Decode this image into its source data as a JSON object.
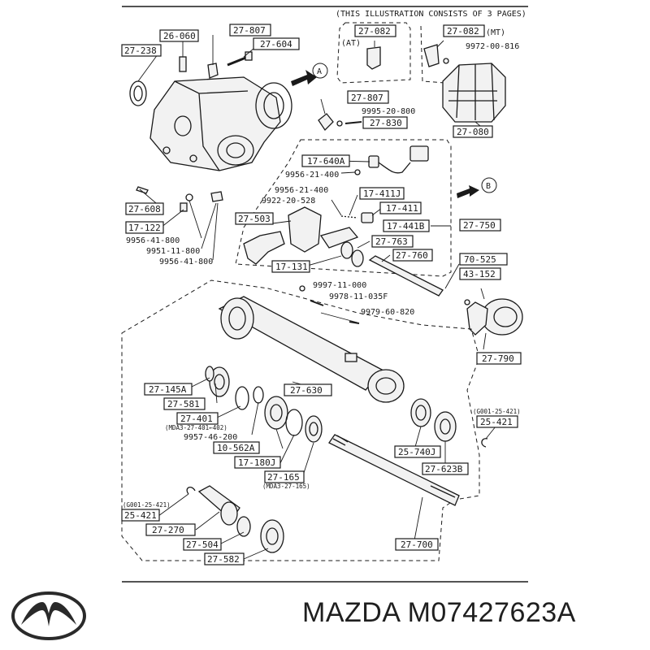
{
  "diagram": {
    "header_note": "(THIS ILLUSTRATION CONSISTS OF  3 PAGES)",
    "at_note": "(AT)",
    "mt_note": "(MT)",
    "arrow_a": "A",
    "arrow_b": "B",
    "labels": {
      "l26060": "26-060",
      "l27807a": "27-807",
      "l27238": "27-238",
      "l27604": "27-604",
      "l27082at": "27-082",
      "l27082mt": "27-082",
      "l997200816": "9972-00-816",
      "l27807b": "27-807",
      "l999520800": "9995-20-800",
      "l27830": "27-830",
      "l27080": "27-080",
      "l17640a": "17-640A",
      "l995621400a": "9956-21-400",
      "l995621400b": "9956-21-400",
      "l992220528": "9922-20-528",
      "l17411j": "17-411J",
      "l27608": "27-608",
      "l17122": "17-122",
      "l995641800a": "9956-41-800",
      "l995111800": "9951-11-800",
      "l995641800b": "9956-41-800",
      "l27503": "27-503",
      "l17411": "17-411",
      "l17441b": "17-441B",
      "l27750": "27-750",
      "l27763": "27-763",
      "l17131": "17-131",
      "l27760": "27-760",
      "l70525": "70-525",
      "l43152": "43-152",
      "l999711000": "9997-11-000",
      "l997811035f": "9978-11-035F",
      "l997960820": "9979-60-820",
      "l27790": "27-790",
      "l27145a": "27-145A",
      "l27630": "27-630",
      "l27581": "27-581",
      "l27401": "27-401",
      "l995746200": "9957-46-200",
      "l10562a": "10-562A",
      "l17180j": "17-180J",
      "l27165": "27-165",
      "l25740j": "25-740J",
      "l27623b": "27-623B",
      "l25421a": "25-421",
      "l25421b": "25-421",
      "l27270": "27-270",
      "l27504": "27-504",
      "l27582": "27-582",
      "l27700": "27-700"
    },
    "subnotes": {
      "s27401": "(MDA3-27-401←402)",
      "s27165": "(MDA3-27-165)",
      "s25421a": "(G001-25-421)",
      "s25421b": "(G001-25-421)"
    }
  },
  "footer": {
    "brand_line": "MAZDA M07427623A",
    "logo_icon": "mazda-logo-icon"
  }
}
